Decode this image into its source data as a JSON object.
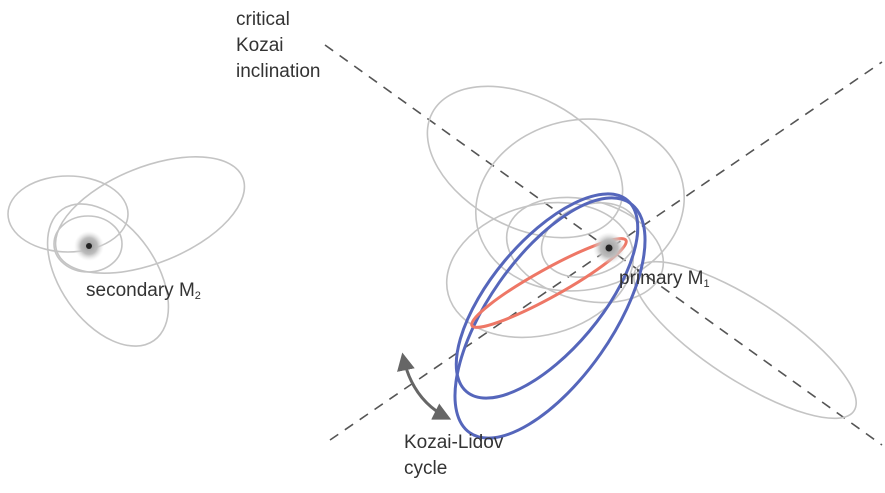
{
  "labels": {
    "critical_line_1": "critical",
    "critical_line_2": "Kozai",
    "critical_line_3": "inclination",
    "secondary_text": "secondary M",
    "secondary_sub": "2",
    "primary_text": "primary M",
    "primary_sub": "1",
    "cycle_line_1": "Kozai-Lidov",
    "cycle_line_2": "cycle"
  },
  "colors": {
    "background": "#ffffff",
    "orbit_gray": "#c4c4c4",
    "dashed_axis": "#555555",
    "blue_orbit": "#5566bb",
    "red_orbit": "#ee7766",
    "arrow": "#666666",
    "text": "#333333"
  }
}
